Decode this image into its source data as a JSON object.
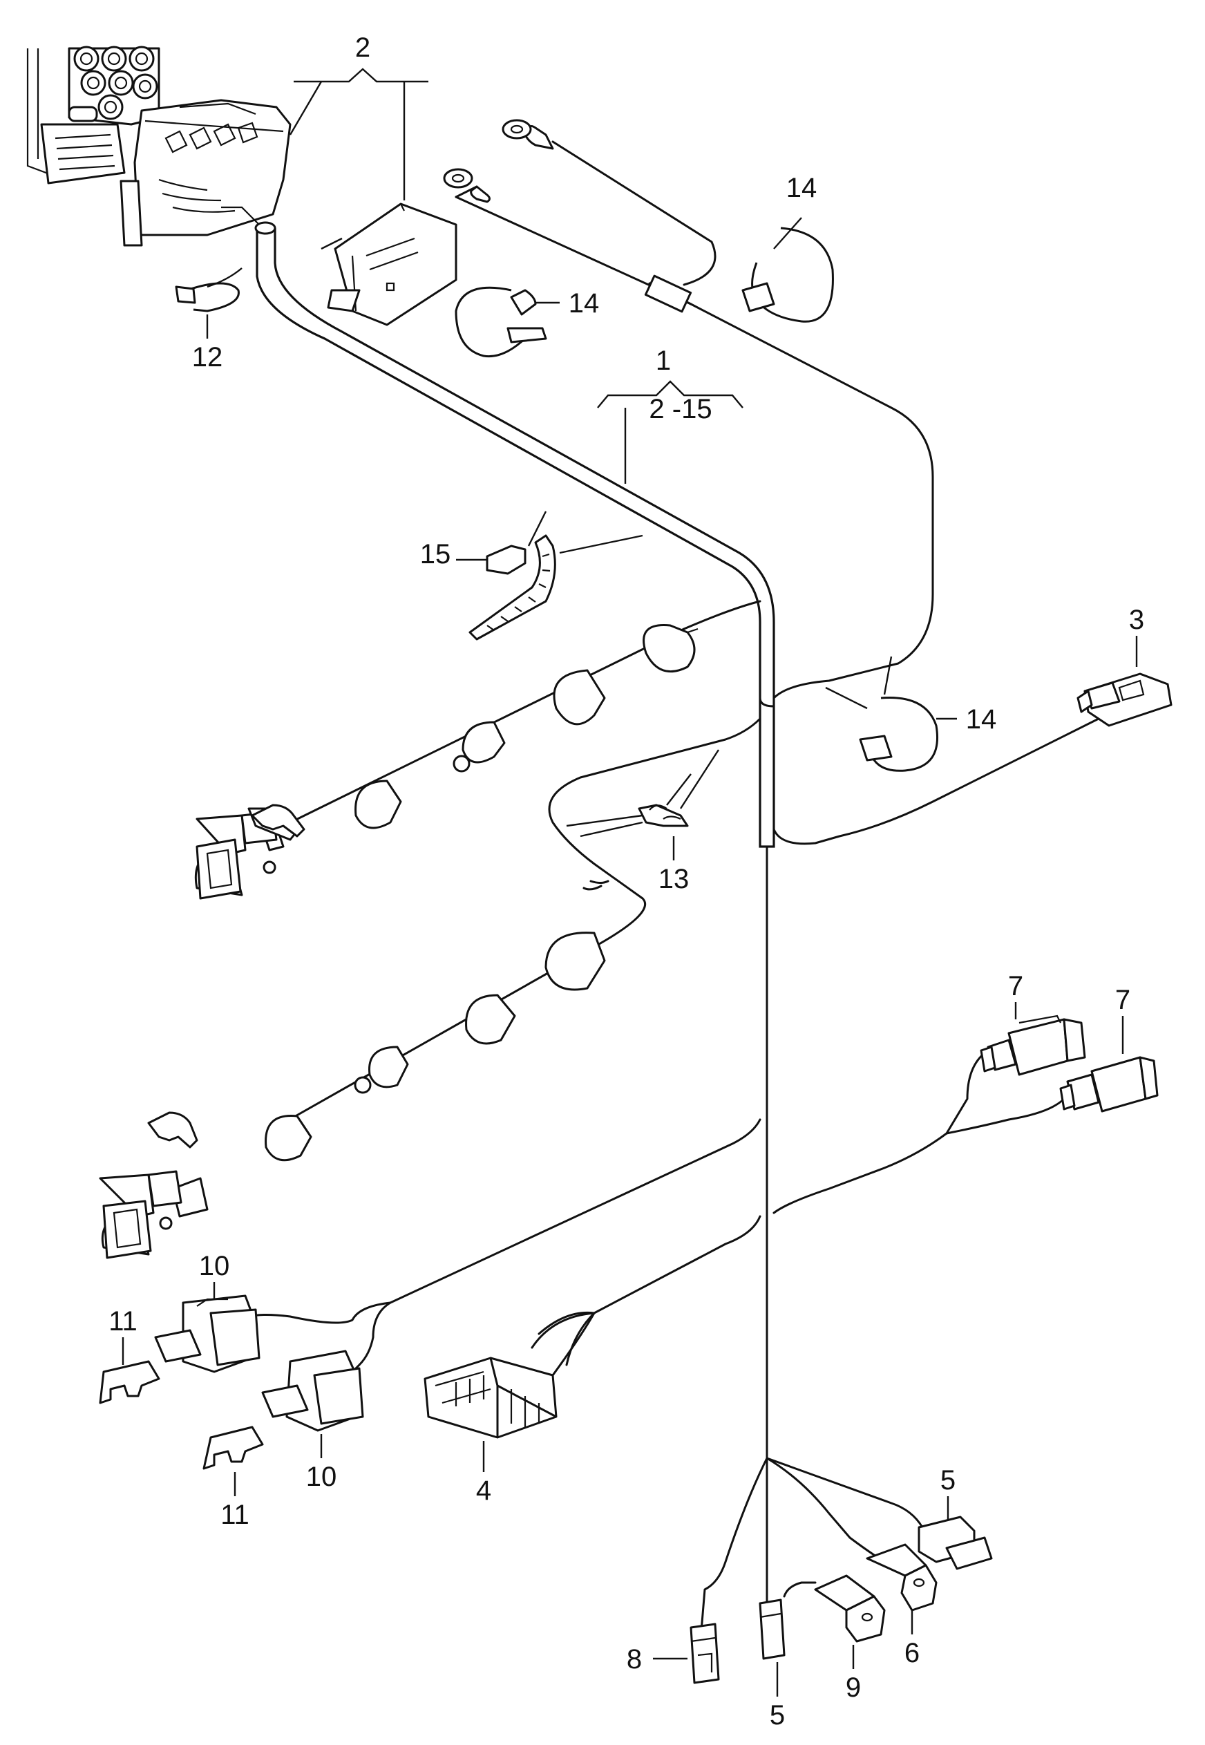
{
  "callouts": [
    {
      "id": "c1",
      "text": "1"
    },
    {
      "id": "c1sub",
      "text": "2 -15"
    },
    {
      "id": "c2",
      "text": "2"
    },
    {
      "id": "c3",
      "text": "3"
    },
    {
      "id": "c4",
      "text": "4"
    },
    {
      "id": "c5a",
      "text": "5"
    },
    {
      "id": "c5b",
      "text": "5"
    },
    {
      "id": "c6",
      "text": "6"
    },
    {
      "id": "c7a",
      "text": "7"
    },
    {
      "id": "c7b",
      "text": "7"
    },
    {
      "id": "c8",
      "text": "8"
    },
    {
      "id": "c9",
      "text": "9"
    },
    {
      "id": "c10a",
      "text": "10"
    },
    {
      "id": "c10b",
      "text": "10"
    },
    {
      "id": "c11a",
      "text": "11"
    },
    {
      "id": "c11b",
      "text": "11"
    },
    {
      "id": "c12",
      "text": "12"
    },
    {
      "id": "c13",
      "text": "13"
    },
    {
      "id": "c14a",
      "text": "14"
    },
    {
      "id": "c14b",
      "text": "14"
    },
    {
      "id": "c14c",
      "text": "14"
    },
    {
      "id": "c15",
      "text": "15"
    }
  ]
}
